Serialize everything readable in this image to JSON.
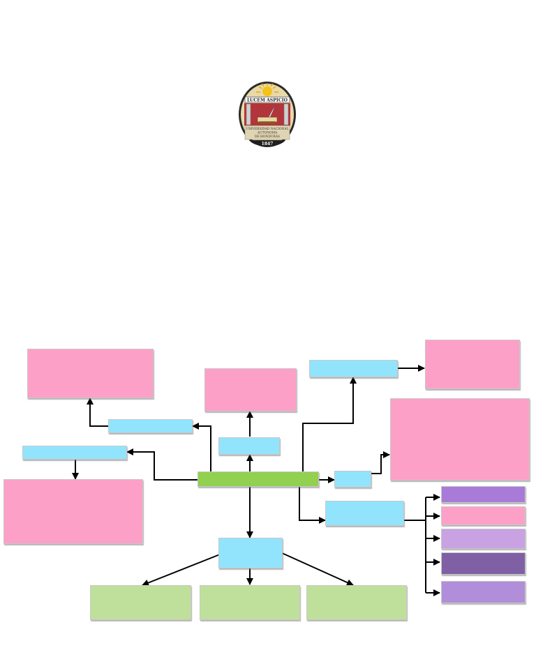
{
  "seal": {
    "motto": "LUCEM ASPICIO",
    "institution_line1": "UNIVERSIDAD NACIONAL",
    "institution_line2": "AUTONOMA",
    "institution_line3": "DE HONDURAS",
    "year": "1847"
  },
  "colors": {
    "pink": "#fda0c8",
    "cyan": "#92e4fd",
    "main_green": "#92d050",
    "light_green": "#bfe09a",
    "purple_a": "#a97bd8",
    "purple_b": "#c8a2e2",
    "purple_c": "#7f60a5",
    "purple_d": "#b08ed9"
  }
}
